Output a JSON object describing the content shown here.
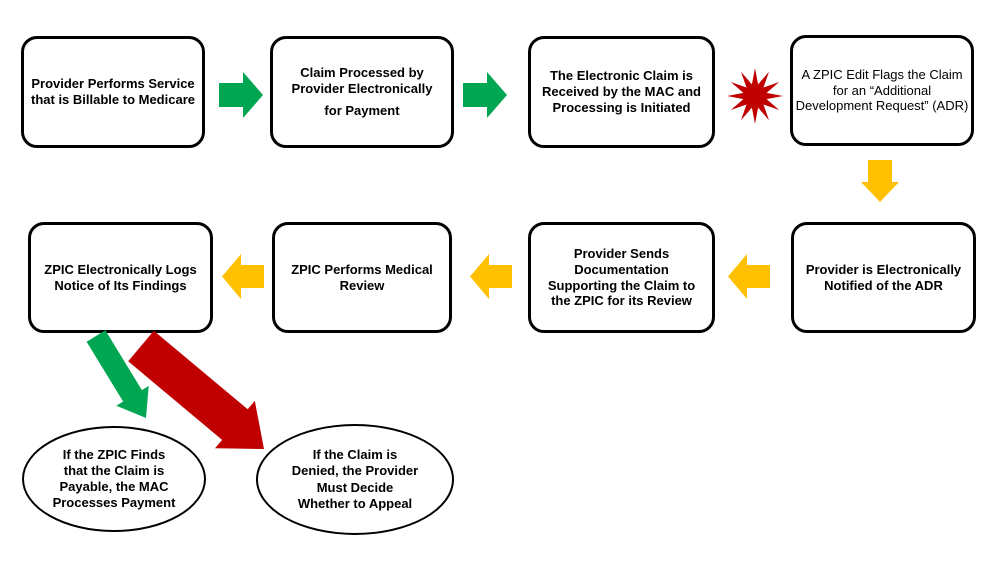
{
  "steps": [
    {
      "id": "provider-performs-service",
      "label": "Provider Performs Service that is Billable to Medicare"
    },
    {
      "id": "claim-processed",
      "label": "Claim Processed by Provider Electronically",
      "label2": "for Payment"
    },
    {
      "id": "claim-received-mac",
      "label": "The Electronic Claim is Received by the MAC and Processing is Initiated"
    },
    {
      "id": "zpic-edit-flags-adr",
      "label": "A ZPIC Edit Flags the Claim for an “Additional Development Request” (ADR)"
    },
    {
      "id": "provider-notified-adr",
      "label": "Provider is Electronically Notified of the ADR"
    },
    {
      "id": "provider-sends-documentation",
      "label": "Provider Sends Documentation Supporting the Claim to the ZPIC for its Review"
    },
    {
      "id": "zpic-medical-review",
      "label": "ZPIC Performs Medical Review"
    },
    {
      "id": "zpic-logs-findings",
      "label": "ZPIC Electronically Logs Notice of Its Findings"
    }
  ],
  "outcomes": [
    {
      "id": "claim-payable",
      "label": "If the ZPIC Finds that the Claim is Payable, the MAC Processes Payment"
    },
    {
      "id": "claim-denied",
      "label": "If the Claim is Denied, the Provider Must Decide Whether to Appeal"
    }
  ],
  "connections": [
    {
      "from": "provider-performs-service",
      "to": "claim-processed",
      "shape": "block-arrow-right",
      "color": "green"
    },
    {
      "from": "claim-processed",
      "to": "claim-received-mac",
      "shape": "block-arrow-right",
      "color": "green"
    },
    {
      "from": "claim-received-mac",
      "to": "zpic-edit-flags-adr",
      "shape": "starburst",
      "color": "red"
    },
    {
      "from": "zpic-edit-flags-adr",
      "to": "provider-notified-adr",
      "shape": "block-arrow-down",
      "color": "yellow"
    },
    {
      "from": "provider-notified-adr",
      "to": "provider-sends-documentation",
      "shape": "block-arrow-left",
      "color": "yellow"
    },
    {
      "from": "provider-sends-documentation",
      "to": "zpic-medical-review",
      "shape": "block-arrow-left",
      "color": "yellow"
    },
    {
      "from": "zpic-medical-review",
      "to": "zpic-logs-findings",
      "shape": "block-arrow-left",
      "color": "yellow"
    },
    {
      "from": "zpic-logs-findings",
      "to": "claim-payable",
      "shape": "block-arrow-diagonal",
      "color": "green"
    },
    {
      "from": "zpic-logs-findings",
      "to": "claim-denied",
      "shape": "block-arrow-diagonal",
      "color": "red"
    }
  ],
  "colors": {
    "green": "#00a651",
    "yellow": "#ffc000",
    "red": "#c00000",
    "border": "#000000",
    "fill": "#ffffff"
  }
}
